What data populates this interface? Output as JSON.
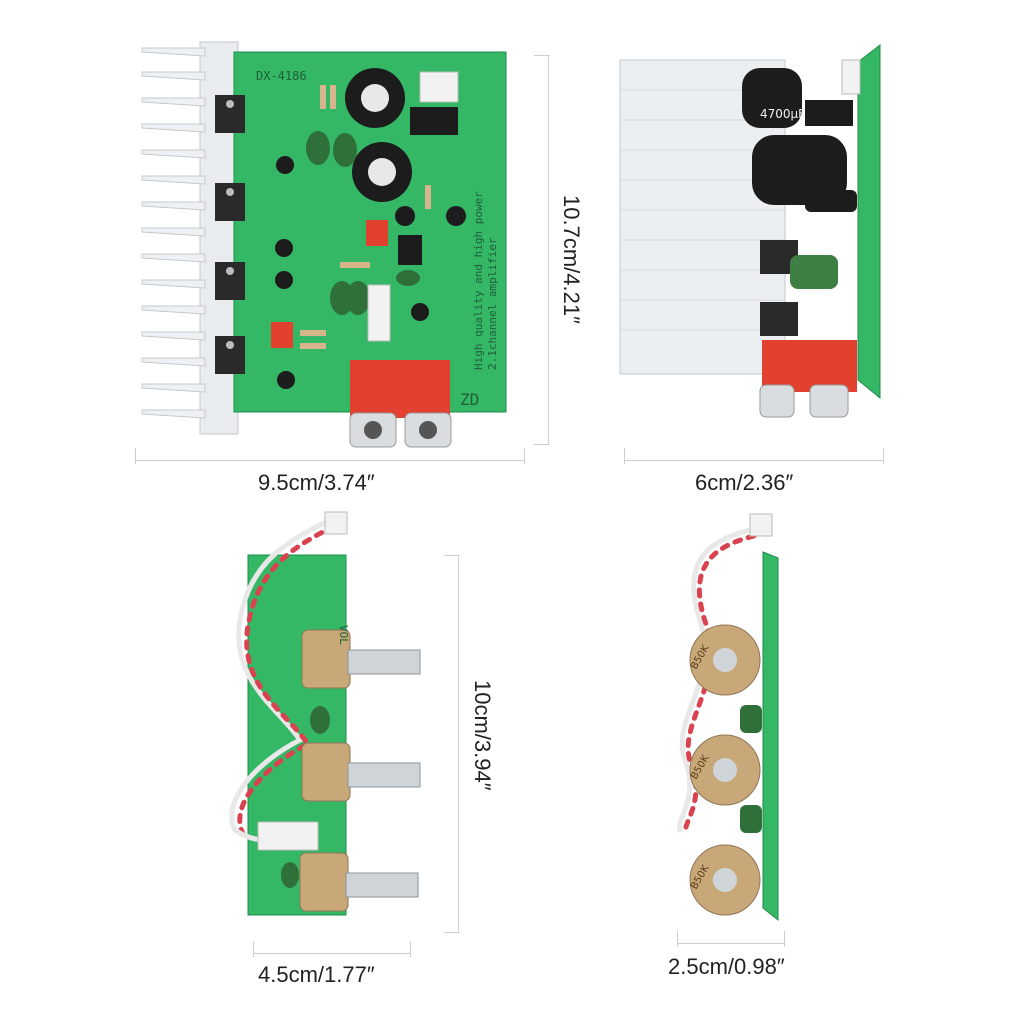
{
  "colors": {
    "pcb": "#34b866",
    "pcb_dark": "#1f8a4a",
    "heatsink": "#e9ecef",
    "heatsink_edge": "#c4c9ce",
    "rca": "#e2412f",
    "capacitor": "#1c1c1c",
    "pot": "#c8a878",
    "cable_red": "#d9434f",
    "dim_line": "#cfcfcf"
  },
  "board_main": {
    "silk_model": "DX-4186",
    "silk_desc_1": "High quality and high power",
    "silk_desc_2": "2.1channel amplifier",
    "silk_brand": "ZD",
    "width_label": "9.5cm/3.74″",
    "height_label": "10.7cm/4.21″"
  },
  "board_side": {
    "cap_label": "4700µF",
    "width_label": "6cm/2.36″"
  },
  "board_tone": {
    "silk_vol": "VOL",
    "width_label": "4.5cm/1.77″",
    "height_label": "10cm/3.94″"
  },
  "board_tone_side": {
    "pot_label_1": "B50K",
    "pot_label_2": "B50K",
    "pot_label_3": "B50K",
    "width_label": "2.5cm/0.98″"
  }
}
